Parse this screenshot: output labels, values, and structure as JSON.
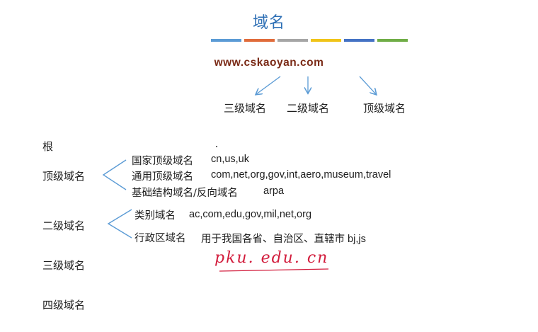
{
  "title": "域名",
  "color_bars": [
    "#5b9bd5",
    "#e06c3b",
    "#a6a6a6",
    "#f0c419",
    "#4472c4",
    "#70ad47"
  ],
  "example_domain": "www.cskaoyan.com",
  "domain_parts": {
    "third": "三级域名",
    "second": "二级域名",
    "top": "顶级域名"
  },
  "levels": {
    "root": "根",
    "top": "顶级域名",
    "second": "二级域名",
    "third": "三级域名",
    "fourth": "四级域名"
  },
  "top_level_items": [
    {
      "name": "国家顶级域名",
      "value": "cn,us,uk"
    },
    {
      "name": "通用顶级域名",
      "value": "com,net,org,gov,int,aero,museum,travel"
    },
    {
      "name": "基础结构域名/反向域名",
      "value": "arpa"
    }
  ],
  "second_level_items": [
    {
      "name": "类别域名",
      "value": "ac,com,edu,gov,mil,net,org"
    },
    {
      "name": "行政区域名",
      "value": "用于我国各省、自治区、直辖市 bj,js"
    }
  ],
  "handwritten_note": "pku. edu. cn",
  "colors": {
    "title": "#2d6fb5",
    "domain": "#7a2a16",
    "arrow": "#5b9bd5",
    "handwriting": "#d21c3c"
  }
}
